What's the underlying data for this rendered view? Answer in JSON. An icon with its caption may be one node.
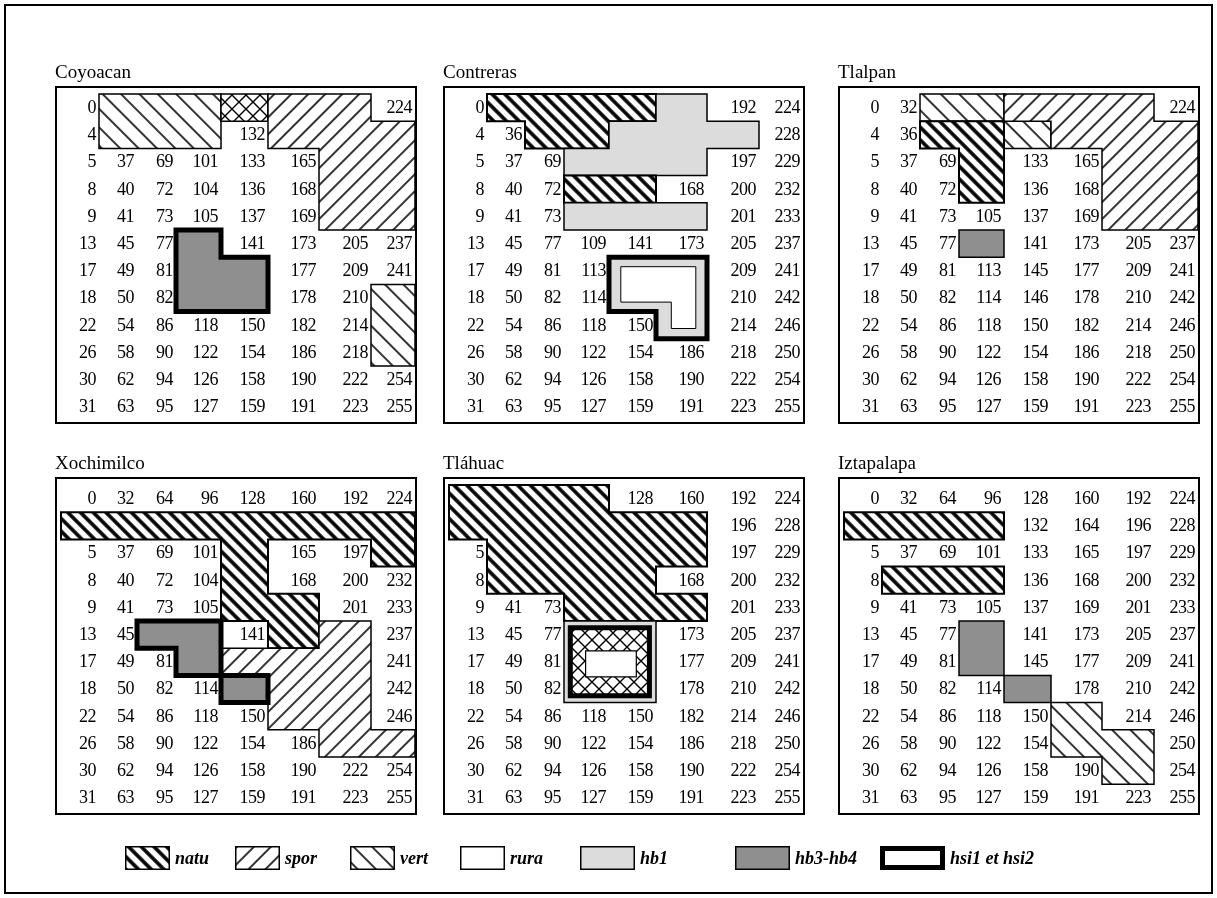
{
  "diagram": {
    "nodes": [
      {
        "text": [
          "Coyoacan",
          "0",
          "224",
          "4",
          "132",
          "5",
          "37",
          "69",
          "101",
          "133",
          "165",
          "8",
          "40",
          "72",
          "104",
          "136",
          "168",
          "9",
          "41",
          "73",
          "105",
          "137",
          "169",
          "13",
          "45",
          "77",
          "141",
          "173",
          "205",
          "237",
          "17",
          "49",
          "81",
          "177",
          "209",
          "241",
          "18",
          "50",
          "82",
          "178",
          "210",
          "22",
          "54",
          "86",
          "118",
          "150",
          "182",
          "214",
          "26",
          "58",
          "90",
          "122",
          "154",
          "186",
          "218",
          "30",
          "62",
          "94",
          "126",
          "158",
          "190",
          "222",
          "254",
          "31",
          "63",
          "95",
          "127",
          "159",
          "191",
          "223",
          "255"
        ]
      },
      {
        "text": [
          "Contreras",
          "0",
          "192",
          "224",
          "4",
          "36",
          "228",
          "5",
          "37",
          "69",
          "197",
          "229",
          "8",
          "40",
          "72",
          "168",
          "200",
          "232",
          "9",
          "41",
          "73",
          "201",
          "233",
          "13",
          "45",
          "77",
          "109",
          "141",
          "173",
          "205",
          "237",
          "17",
          "49",
          "81",
          "113",
          "209",
          "241",
          "18",
          "50",
          "82",
          "114",
          "210",
          "242",
          "22",
          "54",
          "86",
          "118",
          "150",
          "214",
          "246",
          "26",
          "58",
          "90",
          "122",
          "154",
          "186",
          "218",
          "250",
          "30",
          "62",
          "94",
          "126",
          "158",
          "190",
          "222",
          "254",
          "31",
          "63",
          "95",
          "127",
          "159",
          "191",
          "223",
          "255"
        ]
      },
      {
        "text": [
          "Tlalpan",
          "0",
          "32",
          "224",
          "4",
          "36",
          "5",
          "37",
          "69",
          "133",
          "165",
          "8",
          "40",
          "72",
          "136",
          "168",
          "9",
          "41",
          "73",
          "105",
          "137",
          "169",
          "13",
          "45",
          "77",
          "141",
          "173",
          "205",
          "237",
          "17",
          "49",
          "81",
          "113",
          "145",
          "177",
          "209",
          "241",
          "18",
          "50",
          "82",
          "114",
          "146",
          "178",
          "210",
          "242",
          "22",
          "54",
          "86",
          "118",
          "150",
          "182",
          "214",
          "246",
          "26",
          "58",
          "90",
          "122",
          "154",
          "186",
          "218",
          "250",
          "30",
          "62",
          "94",
          "126",
          "158",
          "190",
          "222",
          "254",
          "31",
          "63",
          "95",
          "127",
          "159",
          "191",
          "223",
          "255"
        ]
      },
      {
        "text": [
          "Xochimilco",
          "0",
          "32",
          "64",
          "96",
          "128",
          "160",
          "192",
          "224",
          "5",
          "37",
          "69",
          "101",
          "165",
          "197",
          "8",
          "40",
          "72",
          "104",
          "168",
          "200",
          "232",
          "9",
          "41",
          "73",
          "105",
          "201",
          "233",
          "13",
          "45",
          "141",
          "237",
          "17",
          "49",
          "81",
          "241",
          "18",
          "50",
          "82",
          "114",
          "242",
          "22",
          "54",
          "86",
          "118",
          "150",
          "246",
          "26",
          "58",
          "90",
          "122",
          "154",
          "186",
          "30",
          "62",
          "94",
          "126",
          "158",
          "190",
          "222",
          "254",
          "31",
          "63",
          "95",
          "127",
          "159",
          "191",
          "223",
          "255"
        ]
      },
      {
        "text": [
          "Tláhuac",
          "128",
          "160",
          "192",
          "224",
          "196",
          "228",
          "5",
          "197",
          "229",
          "8",
          "168",
          "200",
          "232",
          "9",
          "41",
          "73",
          "201",
          "233",
          "13",
          "45",
          "77",
          "173",
          "205",
          "237",
          "17",
          "49",
          "81",
          "177",
          "209",
          "241",
          "18",
          "50",
          "82",
          "178",
          "210",
          "242",
          "22",
          "54",
          "86",
          "118",
          "150",
          "182",
          "214",
          "246",
          "26",
          "58",
          "90",
          "122",
          "154",
          "186",
          "218",
          "250",
          "30",
          "62",
          "94",
          "126",
          "158",
          "190",
          "222",
          "254",
          "31",
          "63",
          "95",
          "127",
          "159",
          "191",
          "223",
          "255"
        ]
      },
      {
        "text": [
          "Iztapalapa",
          "0",
          "32",
          "64",
          "96",
          "128",
          "160",
          "192",
          "224",
          "132",
          "164",
          "196",
          "228",
          "5",
          "37",
          "69",
          "101",
          "133",
          "165",
          "197",
          "229",
          "8",
          "136",
          "168",
          "200",
          "232",
          "9",
          "41",
          "73",
          "105",
          "137",
          "169",
          "201",
          "233",
          "13",
          "45",
          "77",
          "141",
          "173",
          "205",
          "237",
          "17",
          "49",
          "81",
          "145",
          "177",
          "209",
          "241",
          "18",
          "50",
          "82",
          "114",
          "178",
          "210",
          "242",
          "22",
          "54",
          "86",
          "118",
          "150",
          "214",
          "246",
          "26",
          "58",
          "90",
          "122",
          "154",
          "250",
          "30",
          "62",
          "94",
          "126",
          "158",
          "190",
          "254",
          "31",
          "63",
          "95",
          "127",
          "159",
          "191",
          "223",
          "255"
        ]
      }
    ],
    "legend": [
      {
        "text": "natu"
      },
      {
        "text": "spor"
      },
      {
        "text": "vert"
      },
      {
        "text": "rura"
      },
      {
        "text": "hb1",
        "color": "#dcdcdc"
      },
      {
        "text": "hb3-hb4",
        "color": "#8f8f8f"
      },
      {
        "text": "hsi1 et hsi2"
      }
    ]
  }
}
